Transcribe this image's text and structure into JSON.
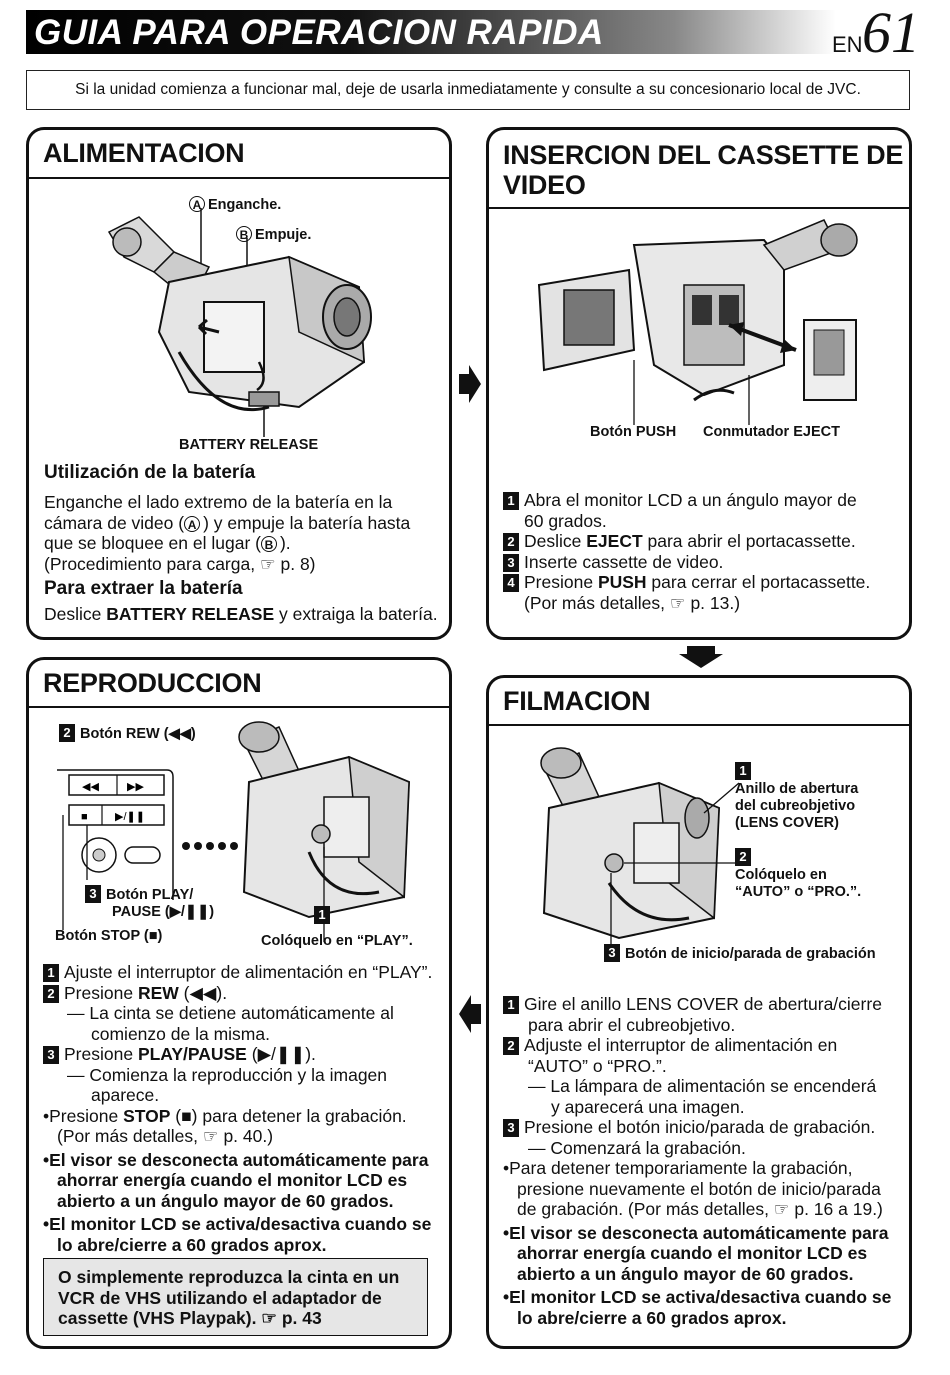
{
  "header": {
    "title": "GUIA PARA OPERACION RAPIDA",
    "lang": "EN",
    "page_number": "61"
  },
  "notice": "Si la unidad comienza a funcionar mal, deje de usarla inmediatamente y consulte a su concesionario local de JVC.",
  "alimentacion": {
    "title": "ALIMENTACION",
    "label_a_marker": "A",
    "label_a": "Enganche.",
    "label_b_marker": "B",
    "label_b": "Empuje.",
    "label_battery_release": "BATTERY RELEASE",
    "sub1": "Utilización de la batería",
    "p1_line1": "Enganche el lado extremo de la batería en la",
    "p1_line2a": "cámara de video (",
    "p1_line2b": ") y empuje la batería hasta",
    "p1_line3a": "que se bloquee en el lugar (",
    "p1_line3b": ").",
    "p1_line4": "(Procedimiento para carga, ☞ p. 8)",
    "sub2": "Para extraer la batería",
    "p2a": "Deslice ",
    "p2b": "BATTERY RELEASE",
    "p2c": " y extraiga la batería."
  },
  "insercion": {
    "title_line1": "INSERCION DEL CASSETTE DE",
    "title_line2": "VIDEO",
    "label_push": "Botón PUSH",
    "label_eject": "Conmutador EJECT",
    "steps": [
      {
        "n": "1",
        "line1": "Abra el monitor LCD a un ángulo mayor de",
        "line2": "60 grados."
      },
      {
        "n": "2",
        "a": "Deslice ",
        "b": "EJECT",
        "c": " para abrir el portacassette."
      },
      {
        "n": "3",
        "a": "Inserte cassette de video."
      },
      {
        "n": "4",
        "a": "Presione ",
        "b": "PUSH",
        "c": " para cerrar el portacassette.",
        "line2": "(Por más detalles, ☞ p. 13.)"
      }
    ]
  },
  "reproduccion": {
    "title": "REPRODUCCION",
    "label_rew_n": "2",
    "label_rew": "Botón REW (◀◀)",
    "label_play_n": "3",
    "label_play_l1": "Botón PLAY/",
    "label_play_l2": "PAUSE (▶/❚❚)",
    "label_stop": "Botón STOP (■)",
    "label_play_set_n": "1",
    "label_play_set": "Colóquelo en “PLAY”.",
    "s1_n": "1",
    "s1": "Ajuste el interruptor de alimentación en “PLAY”.",
    "s2_n": "2",
    "s2a": "Presione ",
    "s2b": "REW",
    "s2c": " (◀◀).",
    "s2_d1": "— La cinta se detiene automáticamente al",
    "s2_d2": "comienzo de la misma.",
    "s3_n": "3",
    "s3a": "Presione ",
    "s3b": "PLAY/PAUSE",
    "s3c": " (▶/❚❚).",
    "s3_d1": "— Comienza la reproducción y la imagen",
    "s3_d2": "aparece.",
    "b1a": "•Presione ",
    "b1b": "STOP",
    "b1c": " (■) para detener la grabación.",
    "b1_l2": "(Por más detalles, ☞ p. 40.)",
    "b2_l1": "•El visor se desconecta automáticamente para",
    "b2_l2": "ahorrar energía cuando el monitor LCD es",
    "b2_l3": "abierto a un ángulo mayor de 60 grados.",
    "b3_l1": "•El monitor LCD se activa/desactiva cuando se",
    "b3_l2": "lo abre/cierre a 60 grados aprox.",
    "note_l1": "O simplemente reproduzca la cinta en un",
    "note_l2": "VCR de VHS utilizando el adaptador de",
    "note_l3": "cassette (VHS Playpak). ☞ p. 43"
  },
  "filmacion": {
    "title": "FILMACION",
    "l1_n": "1",
    "l1_a": "Anillo de abertura",
    "l1_b": "del cubreobjetivo",
    "l1_c": "(LENS COVER)",
    "l2_n": "2",
    "l2_a": "Colóquelo en",
    "l2_b": "“AUTO” o “PRO.”.",
    "l3_n": "3",
    "l3": "Botón de inicio/parada de grabación",
    "s1_n": "1",
    "s1_l1": "Gire el anillo LENS COVER de abertura/cierre",
    "s1_l2": "para abrir el cubreobjetivo.",
    "s2_n": "2",
    "s2_l1": "Adjuste el interruptor de alimentación en",
    "s2_l2": "“AUTO” o “PRO.”.",
    "s2_d1": "— La lámpara de alimentación se encenderá",
    "s2_d2": "y aparecerá una imagen.",
    "s3_n": "3",
    "s3_l1": "Presione el botón inicio/parada de grabación.",
    "s3_d1": "— Comenzará la grabación.",
    "b1_l1": "•Para detener temporariamente la grabación,",
    "b1_l2": "presione nuevamente el botón de inicio/parada",
    "b1_l3": "de grabación. (Por más detalles, ☞ p. 16 a 19.)",
    "b2_l1": "•El visor se desconecta automáticamente para",
    "b2_l2": "ahorrar energía cuando el monitor LCD es",
    "b2_l3": "abierto a un ángulo mayor de 60 grados.",
    "b3_l1": "•El monitor LCD se activa/desactiva cuando se",
    "b3_l2": "lo abre/cierre a 60 grados aprox."
  }
}
